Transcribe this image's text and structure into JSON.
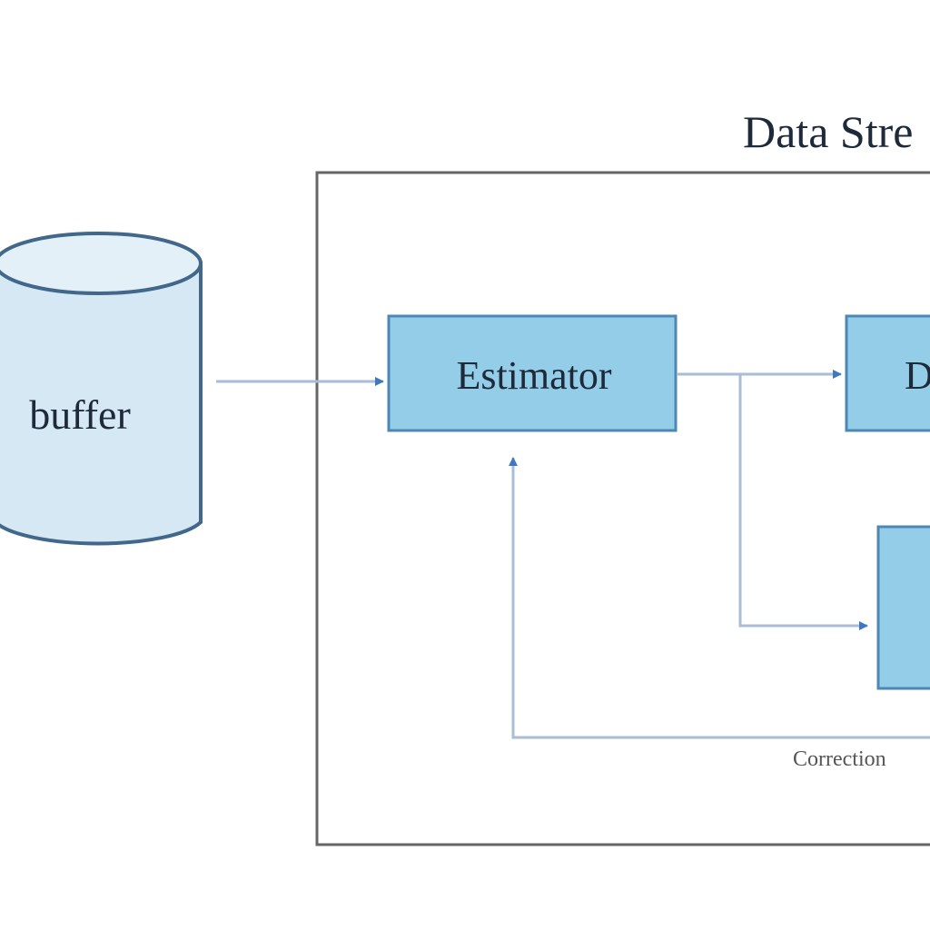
{
  "title": "Data Stre",
  "nodes": {
    "buffer": {
      "label": "buffer"
    },
    "estimator": {
      "label": "Estimator"
    },
    "right_top": {
      "label": "D"
    },
    "right_bottom": {
      "label": ""
    }
  },
  "edges": {
    "correction": {
      "label": "Correction"
    }
  },
  "colors": {
    "box_fill": "#94cde8",
    "box_stroke": "#4d87b5",
    "cylinder_fill": "#d6e8f4",
    "cylinder_stroke": "#41688a",
    "line": "#a9bdd4",
    "arrow": "#3f78c2",
    "frame": "#666666",
    "text": "#1e2a3a"
  }
}
